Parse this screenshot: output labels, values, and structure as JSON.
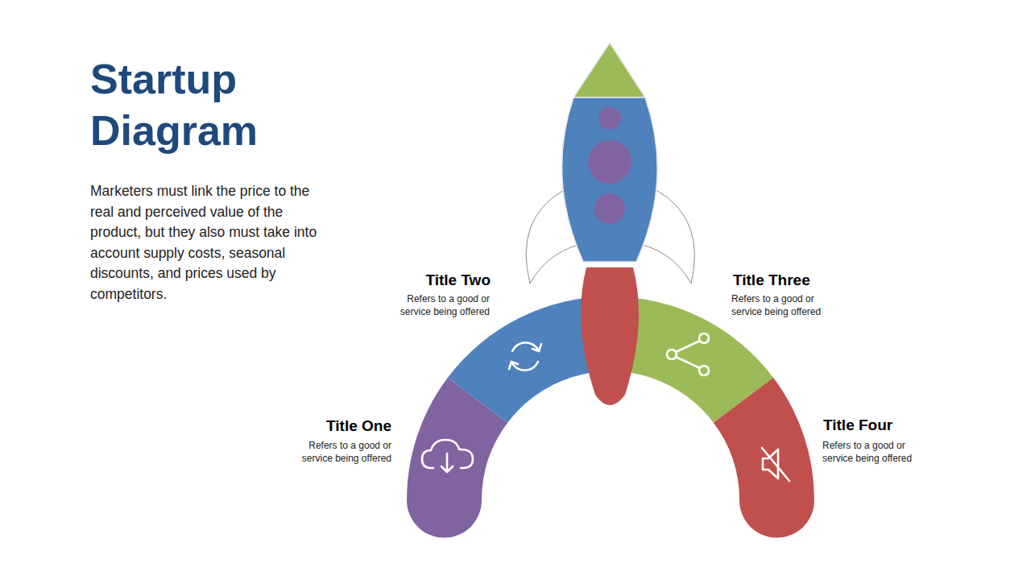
{
  "diagram": {
    "title": "Startup Diagram",
    "nodes": [
      {
        "text": [
          "Title One",
          "Refers to a good or service being offered"
        ]
      },
      {
        "text": [
          "Title Two",
          "Refers to a good or service being offered"
        ]
      },
      {
        "text": [
          "Title Three",
          "Refers to a good or service being offered"
        ]
      },
      {
        "text": [
          "Title Four",
          "Refers to a good or service being offered"
        ]
      }
    ],
    "labels": [
      "Marketers must link the price to the real and perceived value of the product, but they also must take into account supply costs, seasonal discounts, and prices used by competitors."
    ]
  }
}
